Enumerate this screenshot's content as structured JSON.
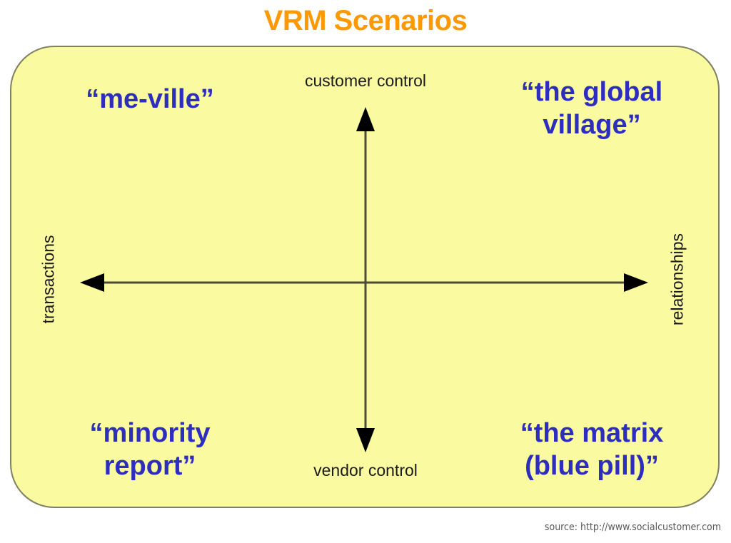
{
  "title": "VRM Scenarios",
  "colors": {
    "title_orange": "#FF9900",
    "panel_background": "#FAFAA0",
    "panel_border": "#7F7F63",
    "quadrant_blue": "#2D2DBE",
    "axis_black": "#1a1a1a",
    "source_gray": "#595959",
    "page_background": "#FFFFFF"
  },
  "chart_data": {
    "type": "scatter",
    "title": "VRM Scenarios",
    "subtitle": "",
    "xlabel": "",
    "ylabel": "",
    "grid": false,
    "legend_position": "none",
    "axes": {
      "vertical": {
        "top_label": "customer control",
        "bottom_label": "vendor control",
        "arrow_heads": "both"
      },
      "horizontal": {
        "left_label": "transactions",
        "right_label": "relationships",
        "arrow_heads": "both"
      }
    },
    "quadrants": [
      {
        "position": "top-left",
        "label": "“me-ville”"
      },
      {
        "position": "top-right",
        "label": "“the global\nvillage”"
      },
      {
        "position": "bottom-left",
        "label": "“minority\nreport”"
      },
      {
        "position": "bottom-right",
        "label": "“the matrix\n(blue pill)”"
      }
    ]
  },
  "axis_labels": {
    "top": "customer control",
    "bottom": "vendor control",
    "left": "transactions",
    "right": "relationships"
  },
  "quadrants": {
    "top_left": "“me-ville”",
    "top_right": "“the global\nvillage”",
    "bottom_left": "“minority\nreport”",
    "bottom_right": "“the matrix\n(blue pill)”"
  },
  "footer": {
    "source": "source:  http://www.socialcustomer.com"
  }
}
